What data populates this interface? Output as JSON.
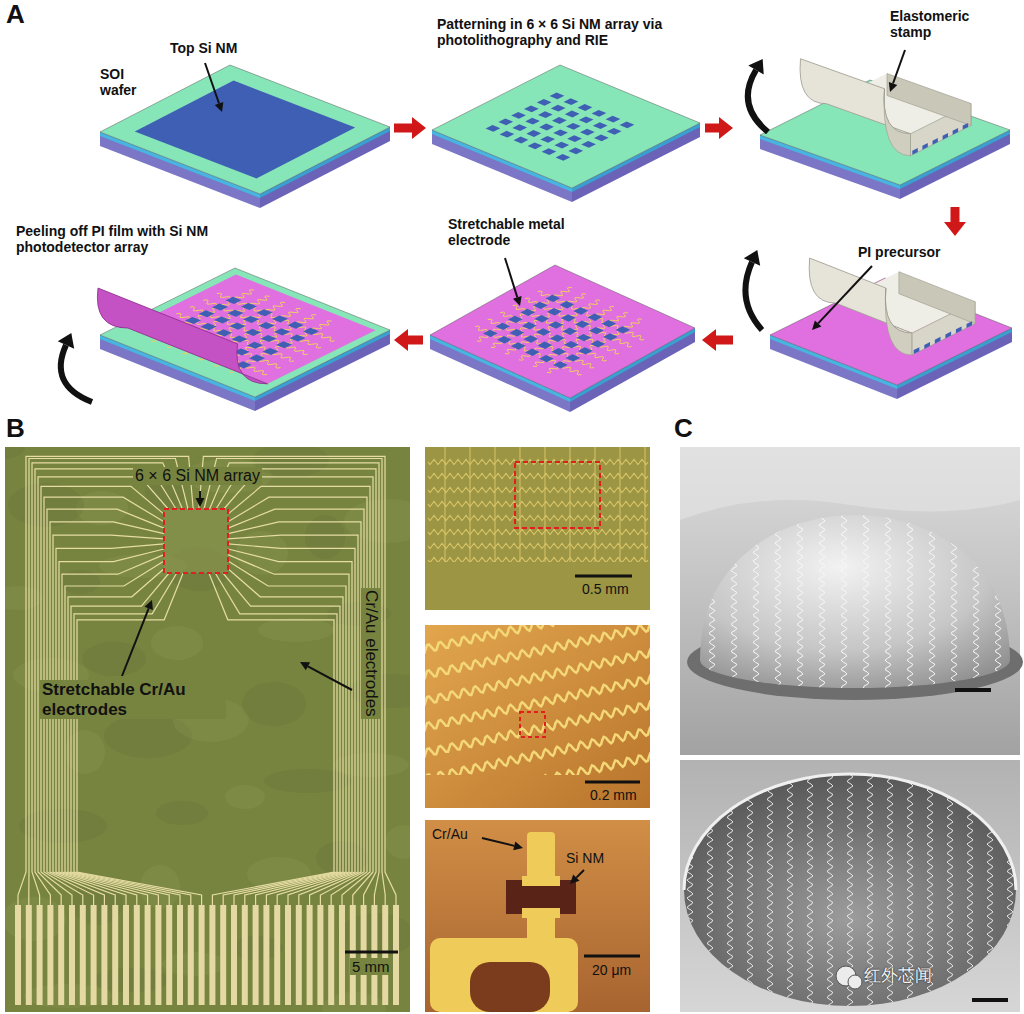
{
  "diagram": {
    "nodes": [
      {
        "text": [
          "SOI wafer",
          "Top Si NM"
        ]
      },
      {
        "text": [
          "Patterning in 6 × 6 Si NM array via photolithography and RIE"
        ]
      },
      {
        "text": [
          "Elastomeric stamp"
        ]
      },
      {
        "text": [
          "PI precursor"
        ]
      },
      {
        "text": [
          "Stretchable metal electrode"
        ]
      },
      {
        "text": [
          "Peeling off PI film with Si NM photodetector array"
        ]
      }
    ],
    "edges": [
      {
        "from": 0,
        "to": 1,
        "arrow": "to"
      },
      {
        "from": 1,
        "to": 2,
        "arrow": "to"
      },
      {
        "from": 2,
        "to": 3,
        "arrow": "to"
      },
      {
        "from": 3,
        "to": 4,
        "arrow": "to"
      },
      {
        "from": 4,
        "to": 5,
        "arrow": "to"
      }
    ],
    "labels": [
      "A",
      "B",
      "6 × 6 Si NM array",
      "Stretchable Cr/Au electrodes",
      "Cr/Au electrodes",
      "5 mm",
      "0.5 mm",
      "0.2 mm",
      "Cr/Au",
      "Si NM",
      "20 μm",
      "C",
      "红外芯闻"
    ]
  }
}
